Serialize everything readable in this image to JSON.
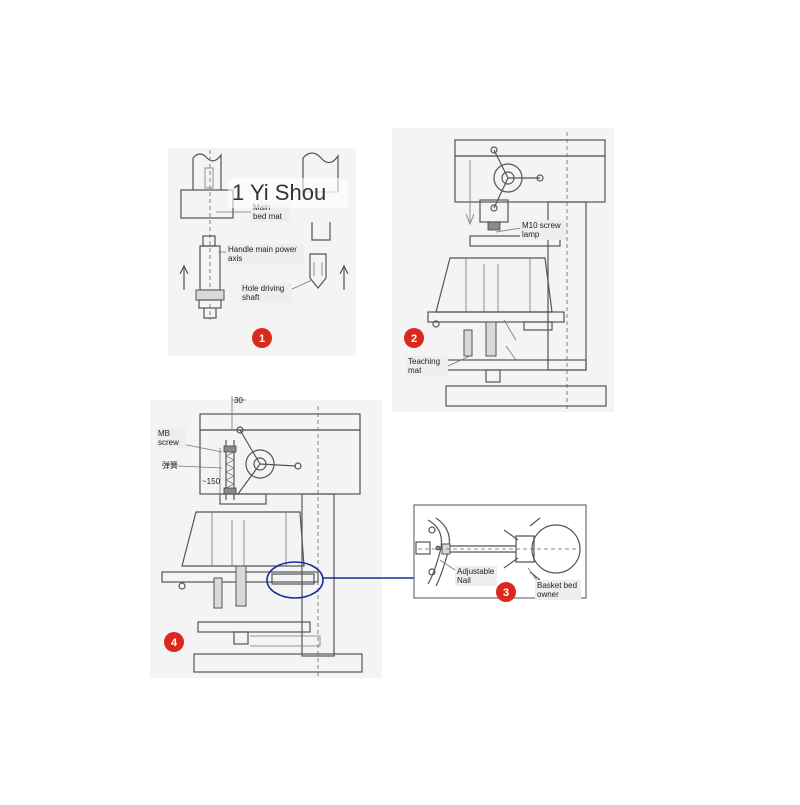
{
  "watermark": "1 Yi Shou",
  "colors": {
    "badge": "#d9291c",
    "callout": "#1a2a9c",
    "panel_bg": "#f4f4f4"
  },
  "panels": {
    "p1": {
      "number": "1",
      "labels": {
        "main_bed_mat_1": "Main",
        "main_bed_mat_2": "bed mat",
        "handle_1": "Handle main power",
        "handle_2": "axis",
        "hole_1": "Hole driving",
        "hole_2": "shaft"
      }
    },
    "p2": {
      "number": "2",
      "labels": {
        "m10_1": "M10 screw",
        "m10_2": "lamp",
        "teaching_1": "Teaching",
        "teaching_2": "mat"
      }
    },
    "p3": {
      "number": "3",
      "labels": {
        "adjustable_1": "Adjustable",
        "adjustable_2": "Nail",
        "basket_1": "Basket bed",
        "basket_2": "owner"
      }
    },
    "p4": {
      "number": "4",
      "labels": {
        "mb_1": "MB",
        "mb_2": "screw",
        "spring": "弹簧",
        "dim_30": "30",
        "dim_150": "~150"
      }
    }
  }
}
